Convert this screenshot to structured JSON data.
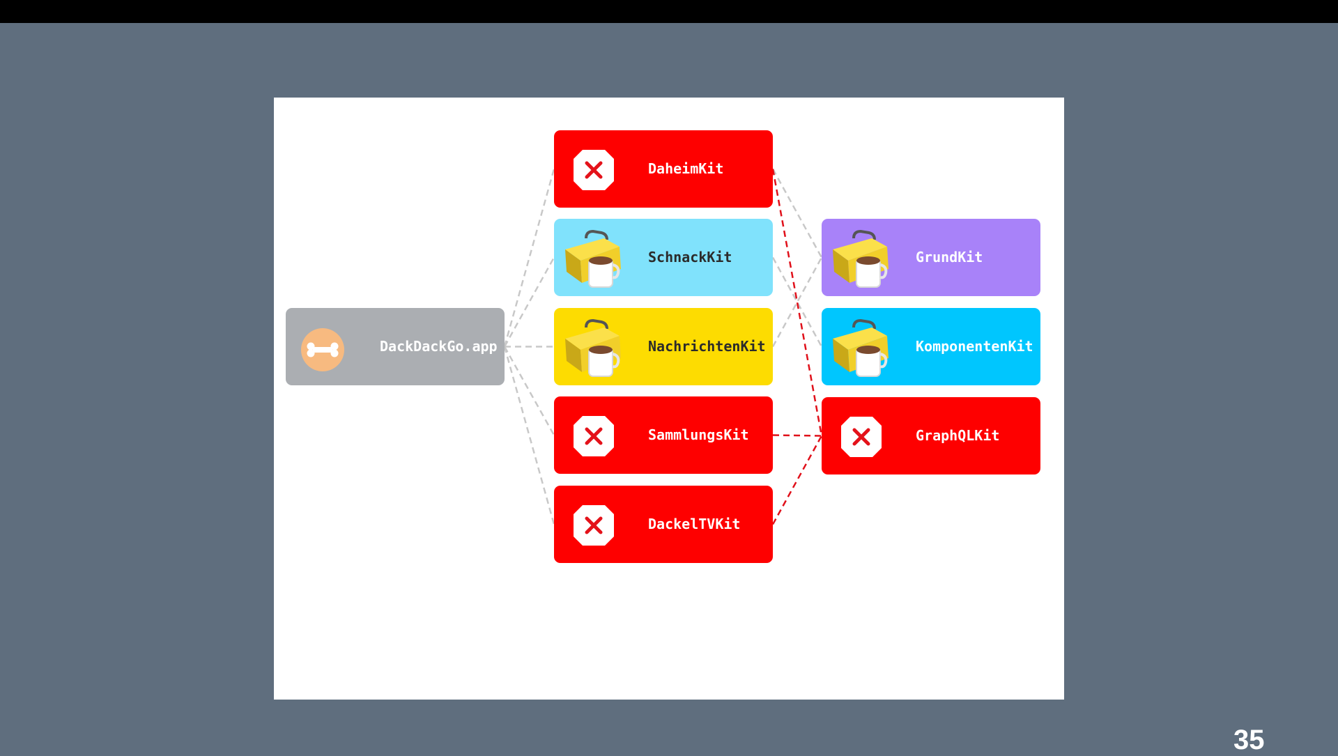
{
  "slide": {
    "page_number": "35",
    "nodes": [
      {
        "id": "app",
        "label": "DackDackGo.app",
        "icon": "bone-icon",
        "color": "#abaeb2",
        "text_color": "#ffffff",
        "status": "app"
      },
      {
        "id": "daheim",
        "label": "DaheimKit",
        "icon": "error-stop-icon",
        "color": "#fe0000",
        "text_color": "#ffffff",
        "status": "error"
      },
      {
        "id": "schnack",
        "label": "SchnackKit",
        "icon": "toolbox-cup-icon",
        "color": "#80e2fc",
        "text_color": "#2b2b2b",
        "status": "ok"
      },
      {
        "id": "nachrichten",
        "label": "NachrichtenKit",
        "icon": "toolbox-cup-icon",
        "color": "#fddc01",
        "text_color": "#2b2b2b",
        "status": "ok"
      },
      {
        "id": "sammlungs",
        "label": "SammlungsKit",
        "icon": "error-stop-icon",
        "color": "#fe0000",
        "text_color": "#ffffff",
        "status": "error"
      },
      {
        "id": "dackeltv",
        "label": "DackelTVKit",
        "icon": "error-stop-icon",
        "color": "#fe0000",
        "text_color": "#ffffff",
        "status": "error"
      },
      {
        "id": "grund",
        "label": "GrundKit",
        "icon": "toolbox-cup-icon",
        "color": "#a882f9",
        "text_color": "#ffffff",
        "status": "ok"
      },
      {
        "id": "komponenten",
        "label": "KomponentenKit",
        "icon": "toolbox-cup-icon",
        "color": "#00c6fe",
        "text_color": "#ffffff",
        "status": "ok"
      },
      {
        "id": "graphql",
        "label": "GraphQLKit",
        "icon": "error-stop-icon",
        "color": "#fe0000",
        "text_color": "#ffffff",
        "status": "error"
      }
    ],
    "edges": [
      {
        "from": "app",
        "to": "daheim",
        "style": "gray"
      },
      {
        "from": "app",
        "to": "schnack",
        "style": "gray"
      },
      {
        "from": "app",
        "to": "nachrichten",
        "style": "gray"
      },
      {
        "from": "app",
        "to": "sammlungs",
        "style": "gray"
      },
      {
        "from": "app",
        "to": "dackeltv",
        "style": "gray"
      },
      {
        "from": "daheim",
        "to": "grund",
        "style": "gray"
      },
      {
        "from": "schnack",
        "to": "komponenten",
        "style": "gray"
      },
      {
        "from": "nachrichten",
        "to": "grund",
        "style": "gray"
      },
      {
        "from": "daheim",
        "to": "graphql",
        "style": "red"
      },
      {
        "from": "sammlungs",
        "to": "graphql",
        "style": "red"
      },
      {
        "from": "dackeltv",
        "to": "graphql",
        "style": "red"
      }
    ],
    "colors": {
      "edge_gray": "#c8c8c8",
      "edge_red": "#e0101a",
      "background": "#5f6e7e",
      "slide": "#ffffff"
    }
  }
}
